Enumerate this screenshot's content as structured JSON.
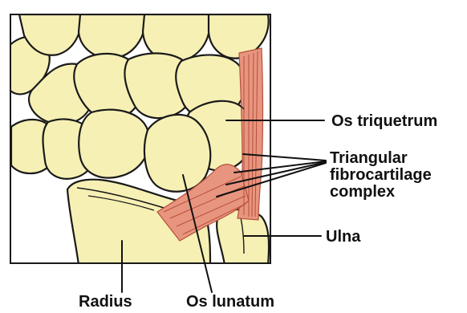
{
  "colors": {
    "bone": "#f6f0b4",
    "bone_shadow": "#e2d98c",
    "ligament": "#e8957f",
    "ligament_line": "#b5503c",
    "outline": "#1a1a1a"
  },
  "labels": {
    "os_triquetrum": "Os triquetrum",
    "tfcc_line1": "Triangular",
    "tfcc_line2": "fibrocartilage",
    "tfcc_line3": "complex",
    "ulna": "Ulna",
    "radius": "Radius",
    "os_lunatum": "Os lunatum"
  }
}
